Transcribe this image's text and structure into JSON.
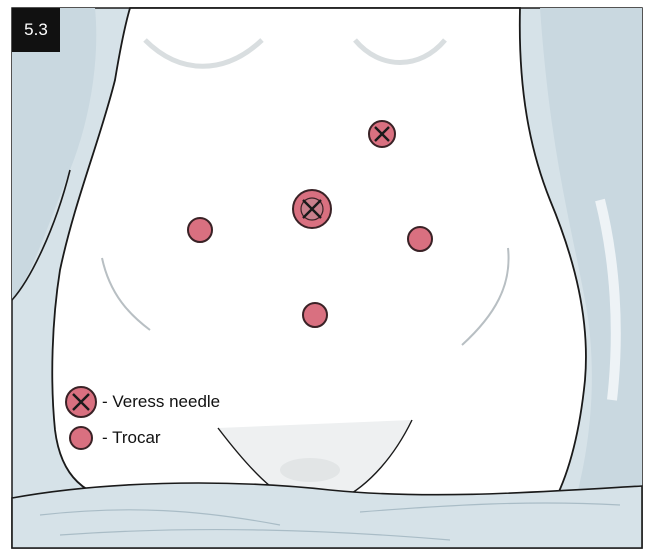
{
  "figure": {
    "label": "5.3",
    "body_fill": "#ffffff",
    "drape_fill": "#d6e2e8",
    "drape_shade": "#c3d2da",
    "outline": "#1a1a1a",
    "port_fill": "#d97080",
    "port_stroke": "#3a2226"
  },
  "ports": [
    {
      "name": "veress-port-upper-right",
      "type": "veress"
    },
    {
      "name": "umbilical-port",
      "type": "veress-trocar"
    },
    {
      "name": "trocar-left",
      "type": "trocar"
    },
    {
      "name": "trocar-right",
      "type": "trocar"
    },
    {
      "name": "trocar-lower",
      "type": "trocar"
    }
  ],
  "legend": {
    "veress_label": "- Veress needle",
    "trocar_label": "- Trocar"
  }
}
